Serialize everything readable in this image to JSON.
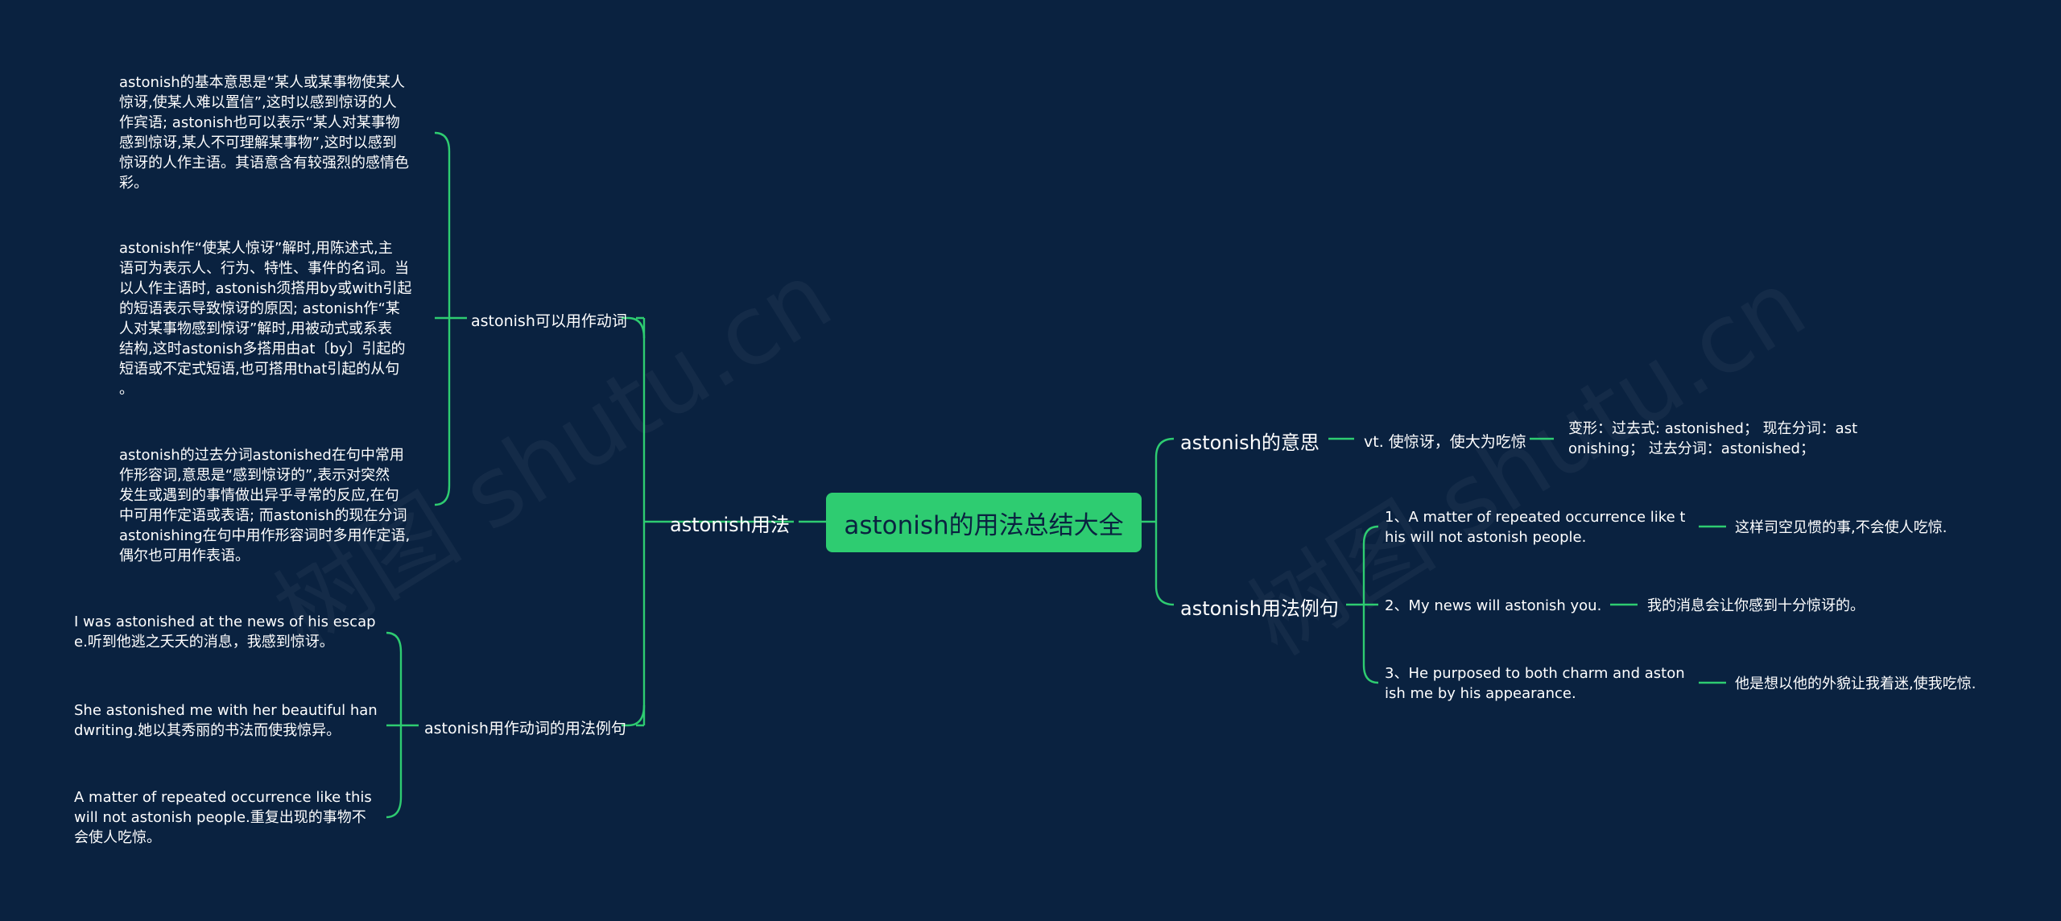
{
  "watermark": "树图 shutu.cn",
  "root": "astonish的用法总结大全",
  "left": {
    "label": "astonish用法",
    "branch_verb": {
      "label": "astonish可以用作动词",
      "paragraphs": [
        {
          "lines": [
            "astonish的基本意思是“某人或某事物使某人",
            "惊讶,使某人难以置信”,这时以感到惊讶的人",
            "作宾语; astonish也可以表示“某人对某事物",
            "感到惊讶,某人不可理解某事物”,这时以感到",
            "惊讶的人作主语。其语意含有较强烈的感情色",
            "彩。"
          ]
        },
        {
          "lines": [
            "astonish作“使某人惊讶”解时,用陈述式,主",
            "语可为表示人、行为、特性、事件的名词。当",
            "以人作主语时, astonish须搭用by或with引起",
            "的短语表示导致惊讶的原因; astonish作“某",
            "人对某事物感到惊讶”解时,用被动式或系表",
            "结构,这时astonish多搭用由at〔by〕引起的",
            "短语或不定式短语,也可搭用that引起的从句",
            "。"
          ]
        },
        {
          "lines": [
            "astonish的过去分词astonished在句中常用",
            "作形容词,意思是“感到惊讶的”,表示对突然",
            "发生或遇到的事情做出异乎寻常的反应,在句",
            "中可用作定语或表语; 而astonish的现在分词",
            "astonishing在句中用作形容词时多用作定语,",
            "偶尔也可用作表语。"
          ]
        }
      ]
    },
    "branch_examples": {
      "label": "astonish用作动词的用法例句",
      "sentences": [
        {
          "lines": [
            "I was astonished at the news of his escap",
            "e.听到他逃之夭夭的消息，我感到惊讶。"
          ]
        },
        {
          "lines": [
            "She astonished me with her beautiful han",
            "dwriting.她以其秀丽的书法而使我惊异。"
          ]
        },
        {
          "lines": [
            "A matter of repeated occurrence like this",
            "will not astonish people.重复出现的事物不",
            "会使人吃惊。"
          ]
        }
      ]
    }
  },
  "right": {
    "meaning": {
      "label": "astonish的意思",
      "definition": "vt. 使惊讶，使大为吃惊",
      "forms": {
        "lines": [
          "变形：过去式: astonished；  现在分词：ast",
          "onishing；  过去分词：astonished；"
        ]
      }
    },
    "examples": {
      "label": "astonish用法例句",
      "items": [
        {
          "en": {
            "lines": [
              "1、A matter of repeated occurrence like t",
              "his will not astonish people."
            ]
          },
          "zh": "这样司空见惯的事,不会使人吃惊."
        },
        {
          "en": {
            "lines": [
              "2、My news will astonish you."
            ]
          },
          "zh": "我的消息会让你感到十分惊讶的。"
        },
        {
          "en": {
            "lines": [
              "3、He purposed to both charm and aston",
              "ish me by his appearance."
            ]
          },
          "zh": "他是想以他的外貌让我着迷,使我吃惊."
        }
      ]
    }
  }
}
